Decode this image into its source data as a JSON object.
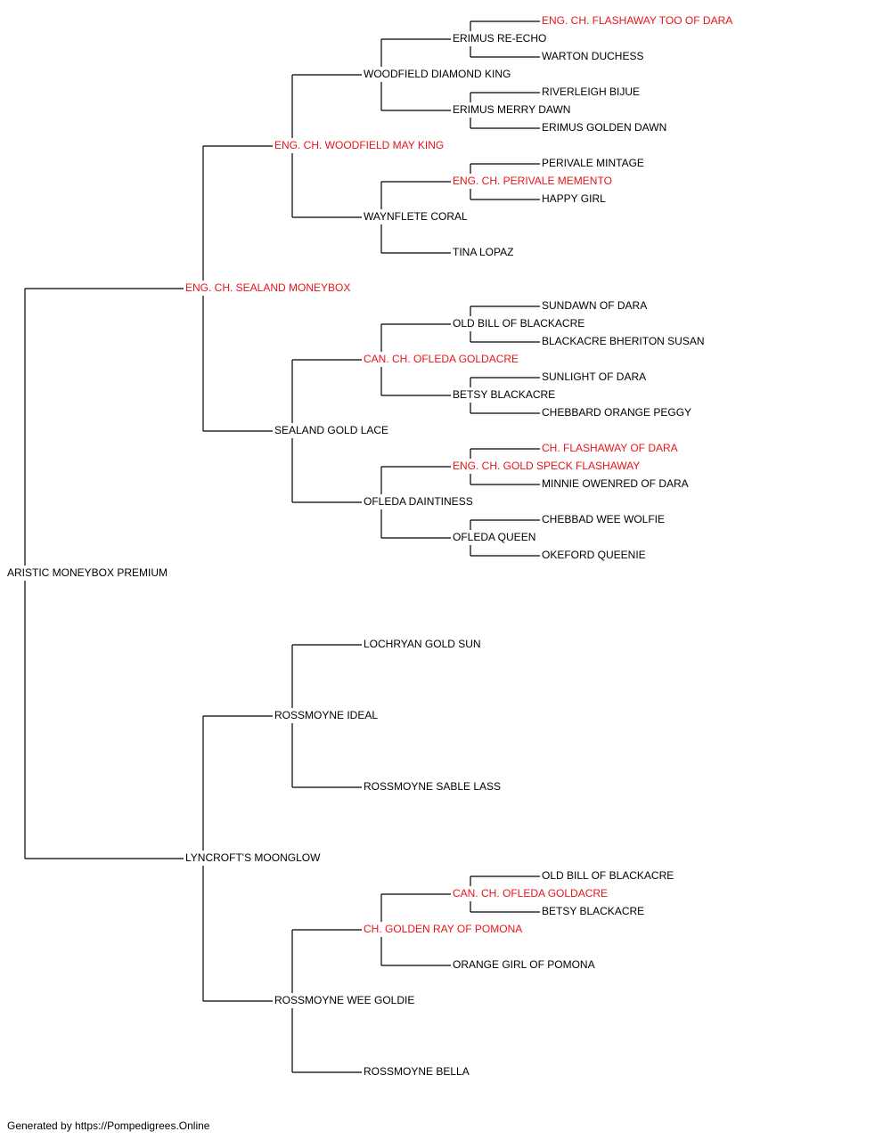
{
  "colors": {
    "champion": "#e8141a",
    "normal": "#000000",
    "line": "#000000"
  },
  "pedigree": {
    "name": "ARISTIC MONEYBOX PREMIUM",
    "sire": {
      "name": "ENG. CH. SEALAND MONEYBOX",
      "champion": true,
      "sire": {
        "name": "ENG. CH. WOODFIELD MAY KING",
        "champion": true,
        "sire": {
          "name": "WOODFIELD DIAMOND KING",
          "sire": {
            "name": "ERIMUS RE-ECHO",
            "sire": {
              "name": "ENG. CH. FLASHAWAY TOO OF DARA",
              "champion": true
            },
            "dam": {
              "name": "WARTON DUCHESS"
            }
          },
          "dam": {
            "name": "ERIMUS MERRY DAWN",
            "sire": {
              "name": "RIVERLEIGH BIJUE"
            },
            "dam": {
              "name": "ERIMUS GOLDEN DAWN"
            }
          }
        },
        "dam": {
          "name": "WAYNFLETE CORAL",
          "sire": {
            "name": "ENG. CH. PERIVALE MEMENTO",
            "champion": true,
            "sire": {
              "name": "PERIVALE MINTAGE"
            },
            "dam": {
              "name": "HAPPY GIRL"
            }
          },
          "dam": {
            "name": "TINA LOPAZ"
          }
        }
      },
      "dam": {
        "name": "SEALAND GOLD LACE",
        "sire": {
          "name": "CAN. CH. OFLEDA GOLDACRE",
          "champion": true,
          "sire": {
            "name": "OLD BILL OF BLACKACRE",
            "sire": {
              "name": "SUNDAWN OF DARA"
            },
            "dam": {
              "name": "BLACKACRE BHERITON SUSAN"
            }
          },
          "dam": {
            "name": "BETSY BLACKACRE",
            "sire": {
              "name": "SUNLIGHT OF DARA"
            },
            "dam": {
              "name": "CHEBBARD ORANGE PEGGY"
            }
          }
        },
        "dam": {
          "name": "OFLEDA DAINTINESS",
          "sire": {
            "name": "ENG. CH. GOLD SPECK FLASHAWAY",
            "champion": true,
            "sire": {
              "name": "CH. FLASHAWAY OF DARA",
              "champion": true
            },
            "dam": {
              "name": "MINNIE OWENRED OF DARA"
            }
          },
          "dam": {
            "name": "OFLEDA QUEEN",
            "sire": {
              "name": "CHEBBAD WEE WOLFIE"
            },
            "dam": {
              "name": "OKEFORD QUEENIE"
            }
          }
        }
      }
    },
    "dam": {
      "name": "LYNCROFT'S MOONGLOW",
      "sire": {
        "name": "ROSSMOYNE IDEAL",
        "sire": {
          "name": "LOCHRYAN GOLD SUN"
        },
        "dam": {
          "name": "ROSSMOYNE SABLE LASS"
        }
      },
      "dam": {
        "name": "ROSSMOYNE WEE GOLDIE",
        "sire": {
          "name": "CH. GOLDEN RAY OF POMONA",
          "champion": true,
          "sire": {
            "name": "CAN. CH. OFLEDA GOLDACRE",
            "champion": true,
            "sire": {
              "name": "OLD BILL OF BLACKACRE"
            },
            "dam": {
              "name": "BETSY BLACKACRE"
            }
          },
          "dam": {
            "name": "ORANGE GIRL OF POMONA"
          }
        },
        "dam": {
          "name": "ROSSMOYNE BELLA"
        }
      }
    }
  },
  "footer": "Generated by https://Pompedigrees.Online"
}
